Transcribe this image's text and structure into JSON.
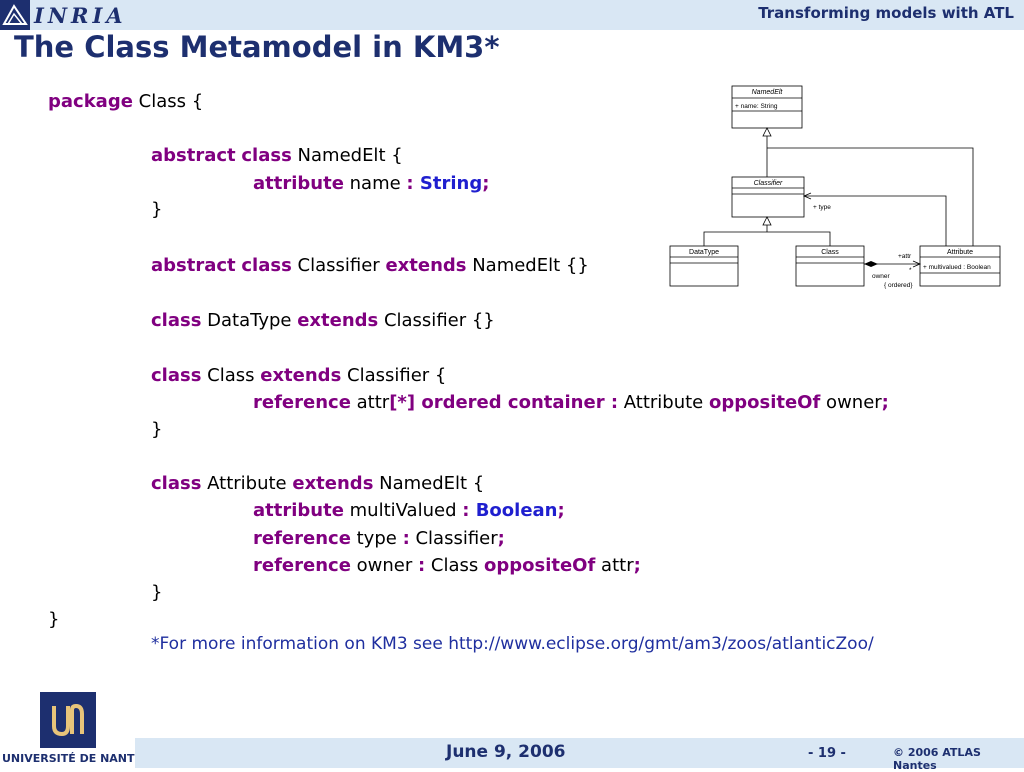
{
  "header": {
    "logo_text": "INRIA",
    "presentation_title": "Transforming models with ATL"
  },
  "slide": {
    "title": "The Class Metamodel in KM3*"
  },
  "code": {
    "l1": {
      "k1": "package",
      "t1": " Class {"
    },
    "l2": {
      "k1": "abstract",
      "k2": "class",
      "t1": " NamedElt {"
    },
    "l3": {
      "k1": "attribute",
      "t1": " name ",
      "c1": ":",
      "type": " String",
      "semi": ";"
    },
    "l4": {
      "t1": "}"
    },
    "l5": {
      "k1": "abstract",
      "k2": "class",
      "t1": " Classifier ",
      "k3": "extends",
      "t2": " NamedElt {}"
    },
    "l6": {
      "k1": "class",
      "t1": " DataType ",
      "k2": "extends",
      "t2": " Classifier {}"
    },
    "l7": {
      "k1": "class",
      "t1": " Class ",
      "k2": "extends",
      "t2": " Classifier {"
    },
    "l8": {
      "k1": "reference",
      "t1": " attr",
      "m1": "[*]",
      "k2": " ordered",
      "k3": " container",
      "c1": " :",
      "t2": " Attribute ",
      "k4": "oppositeOf",
      "t3": " owner",
      "semi": ";"
    },
    "l9": {
      "t1": "}"
    },
    "l10": {
      "k1": "class",
      "t1": " Attribute ",
      "k2": "extends",
      "t2": " NamedElt {"
    },
    "l11": {
      "k1": "attribute",
      "t1": " multiValued ",
      "c1": ":",
      "type": " Boolean",
      "semi": ";"
    },
    "l12": {
      "k1": "reference",
      "t1": " type ",
      "c1": ":",
      "t2": " Classifier",
      "semi": ";"
    },
    "l13": {
      "k1": "reference",
      "t1": " owner ",
      "c1": ":",
      "t2": " Class ",
      "k2": "oppositeOf",
      "t3": " attr",
      "semi": ";"
    },
    "l14": {
      "t1": "}"
    },
    "l15": {
      "t1": "}"
    }
  },
  "footnote": "*For more information on KM3 see http://www.eclipse.org/gmt/am3/zoos/atlanticZoo/",
  "diagram": {
    "named_elt": {
      "name": "NamedElt",
      "attr": "+ name: String"
    },
    "classifier": {
      "name": "Classifier"
    },
    "datatype": {
      "name": "DataType"
    },
    "class": {
      "name": "Class"
    },
    "attribute": {
      "name": "Attribute",
      "attr": "+ multivalued : Boolean"
    },
    "type_label": "+  type",
    "attr_label": "+attr",
    "star_label": "*",
    "owner_label": "owner",
    "ordered_label": "{ ordered}"
  },
  "footer": {
    "university": "UNIVERSITÉ DE NANTES",
    "date": "June 9, 2006",
    "page": "- 19 -",
    "copyright": "© 2006 ATLAS Nantes"
  },
  "colors": {
    "keyword": "#800080",
    "type": "#1f1fcf",
    "header_bar": "#d9e7f4",
    "title_text": "#1d2f6f"
  }
}
